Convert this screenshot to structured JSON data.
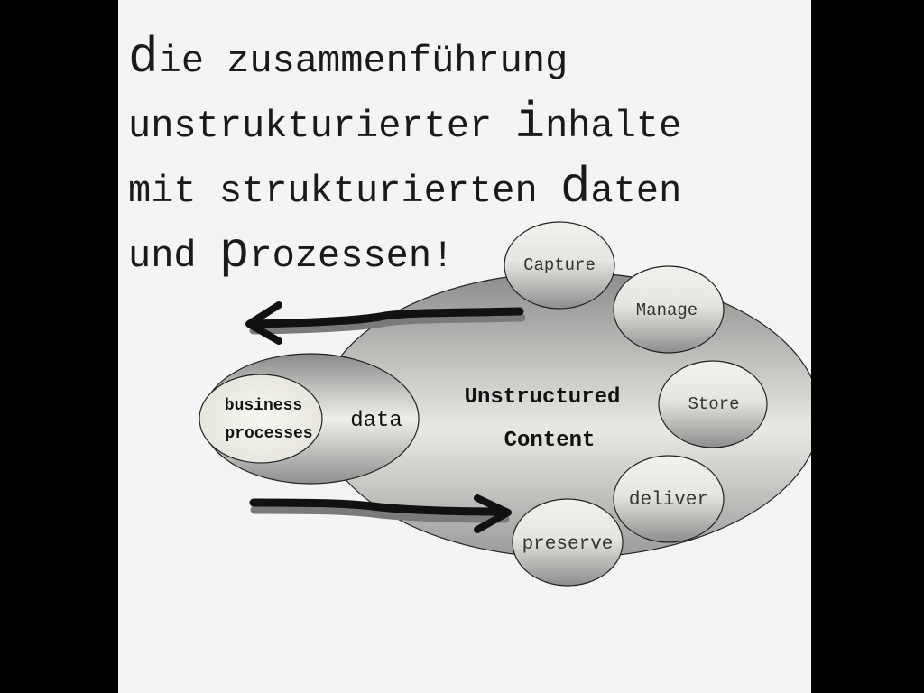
{
  "title": {
    "lines": [
      [
        {
          "big": "d",
          "rest": "ie "
        },
        {
          "big": "",
          "rest": "zusammenführung"
        }
      ],
      [
        {
          "big": "",
          "rest": "unstrukturierter "
        },
        {
          "big": "i",
          "rest": "nhalte"
        }
      ],
      [
        {
          "big": "",
          "rest": "mit strukturierten "
        },
        {
          "big": "d",
          "rest": "aten"
        }
      ],
      [
        {
          "big": "",
          "rest": "und "
        },
        {
          "big": "p",
          "rest": "rozessen!"
        }
      ]
    ]
  },
  "diagram": {
    "center_label_line1": "Unstructured",
    "center_label_line2": "Content",
    "data_label": "data",
    "inner_label_line1": "business",
    "inner_label_line2": "processes",
    "satellites": [
      "Capture",
      "Manage",
      "Store",
      "deliver",
      "preserve"
    ]
  },
  "colors": {
    "background": "#f4f4f4",
    "frame": "#000000",
    "arrow": "#111111"
  }
}
